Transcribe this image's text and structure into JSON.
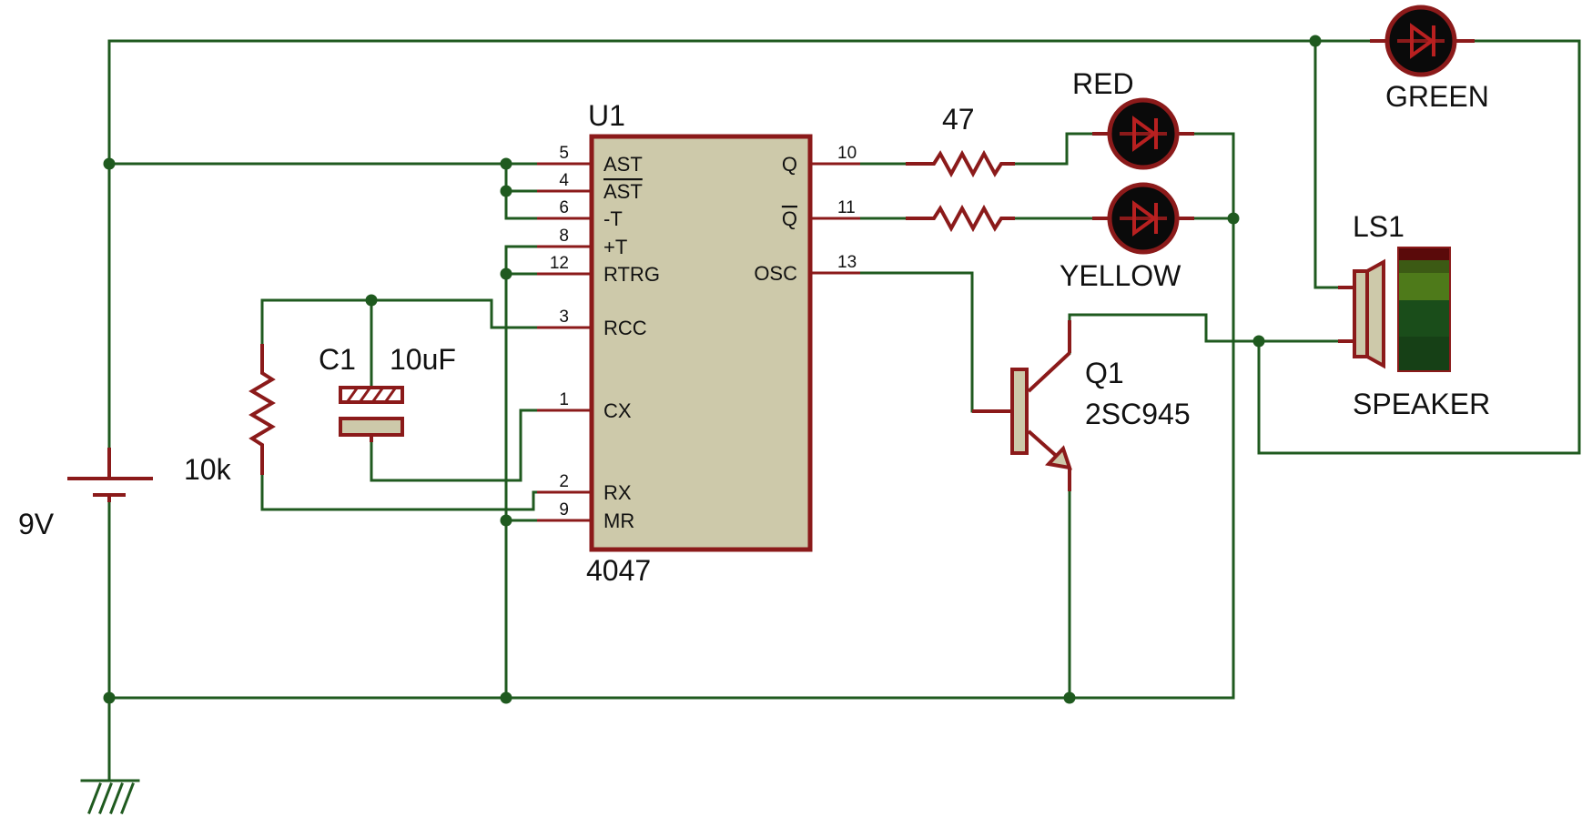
{
  "battery": {
    "label": "9V"
  },
  "resistor_rt": {
    "label": "10k"
  },
  "capacitor": {
    "ref": "C1",
    "value": "10uF"
  },
  "ic": {
    "ref": "U1",
    "part": "4047",
    "body_color": "#cdc9aa",
    "pins_left": [
      {
        "num": "5",
        "name": "AST",
        "overline": false
      },
      {
        "num": "4",
        "name": "AST",
        "overline": true
      },
      {
        "num": "6",
        "name": "-T",
        "overline": false
      },
      {
        "num": "8",
        "name": "+T",
        "overline": false
      },
      {
        "num": "12",
        "name": "RTRG",
        "overline": false
      },
      {
        "num": "3",
        "name": "RCC",
        "overline": false
      },
      {
        "num": "1",
        "name": "CX",
        "overline": false
      },
      {
        "num": "2",
        "name": "RX",
        "overline": false
      },
      {
        "num": "9",
        "name": "MR",
        "overline": false
      }
    ],
    "pins_right": [
      {
        "num": "10",
        "name": "Q",
        "overline": false
      },
      {
        "num": "11",
        "name": "Q",
        "overline": true
      },
      {
        "num": "13",
        "name": "OSC",
        "overline": false
      }
    ]
  },
  "resistor_led": {
    "label": "47"
  },
  "leds": [
    {
      "label": "RED",
      "body_color": "#8b1a1a"
    },
    {
      "label": "YELLOW",
      "body_color": "#8b1a1a"
    },
    {
      "label": "GREEN",
      "body_color": "#8b1a1a"
    }
  ],
  "transistor": {
    "ref": "Q1",
    "part": "2SC945"
  },
  "speaker": {
    "ref": "LS1",
    "label": "SPEAKER",
    "meter_colors": [
      "#5a0a0a",
      "#3c5a14",
      "#4e7a1a",
      "#1a4d1a",
      "#164016"
    ]
  },
  "colors": {
    "wire": "#1f5a1f",
    "component": "#8b1a1a",
    "background": "#ffffff"
  }
}
